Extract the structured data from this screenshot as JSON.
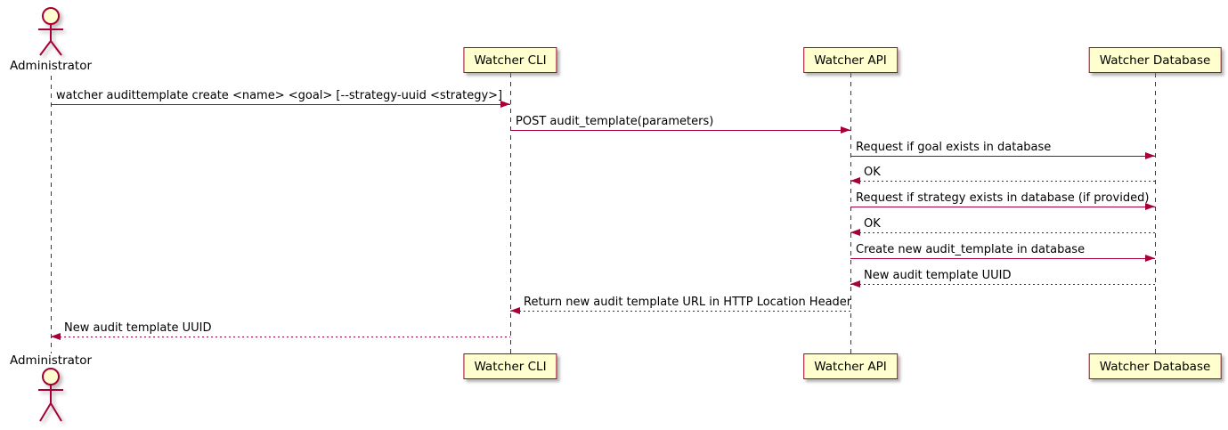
{
  "diagram": {
    "type": "uml-sequence-diagram",
    "participants": [
      {
        "id": "admin",
        "label": "Administrator",
        "kind": "actor"
      },
      {
        "id": "cli",
        "label": "Watcher CLI",
        "kind": "participant"
      },
      {
        "id": "api",
        "label": "Watcher API",
        "kind": "participant"
      },
      {
        "id": "db",
        "label": "Watcher Database",
        "kind": "participant"
      }
    ],
    "messages": [
      {
        "from": "admin",
        "to": "cli",
        "line": "solid",
        "label": "watcher audittemplate create <name> <goal> [--strategy-uuid <strategy>]"
      },
      {
        "from": "cli",
        "to": "api",
        "line": "solid",
        "label": "POST audit_template(parameters)"
      },
      {
        "from": "api",
        "to": "db",
        "line": "solid",
        "label": "Request if goal exists in database"
      },
      {
        "from": "db",
        "to": "api",
        "line": "dashed",
        "label": "OK"
      },
      {
        "from": "api",
        "to": "db",
        "line": "solid",
        "label": "Request if strategy exists in database (if provided)"
      },
      {
        "from": "db",
        "to": "api",
        "line": "dashed",
        "label": "OK"
      },
      {
        "from": "api",
        "to": "db",
        "line": "solid",
        "label": "Create new audit_template in database"
      },
      {
        "from": "db",
        "to": "api",
        "line": "dashed",
        "label": "New audit template UUID"
      },
      {
        "from": "api",
        "to": "cli",
        "line": "dashed",
        "label": "Return new audit template URL in HTTP Location Header"
      },
      {
        "from": "cli",
        "to": "admin",
        "line": "dashed",
        "label": "New audit template UUID"
      }
    ],
    "colors": {
      "accent": "#A80036",
      "participant_fill": "#FEFECE",
      "text": "#000000",
      "background": "#FFFFFF"
    }
  }
}
